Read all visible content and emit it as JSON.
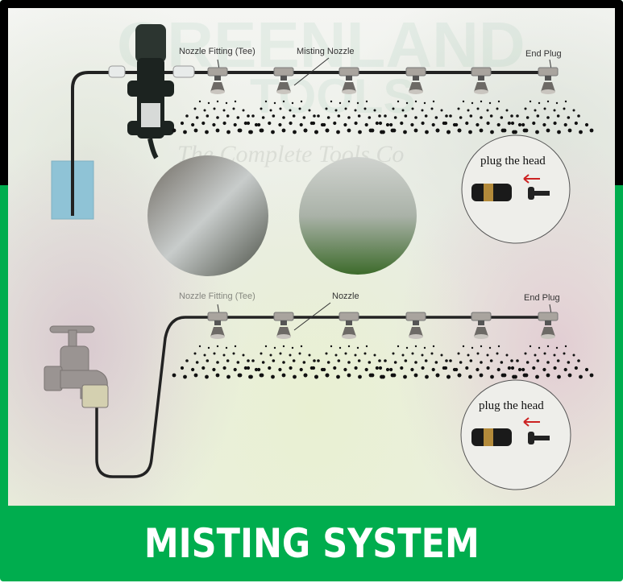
{
  "watermark": {
    "brand": "GREENLAND",
    "sub": "TOOLS",
    "tagline": "The Complete Tools Co"
  },
  "top_diagram": {
    "labels": {
      "tee": "Nozzle Fitting (Tee)",
      "nozzle": "Misting Nozzle",
      "end_plug": "End Plug"
    },
    "plug_caption": "plug the head",
    "nozzle_count": 6
  },
  "bottom_diagram": {
    "labels": {
      "tee": "Nozzle Fitting (Tee)",
      "nozzle": "Nozzle",
      "end_plug": "End Plug"
    },
    "plug_caption": "plug the head",
    "nozzle_count": 6
  },
  "banner": {
    "title": "MISTING SYSTEM"
  },
  "colors": {
    "banner": "#00ad4e",
    "frame": "#000000",
    "tank": "#8fc3d6"
  }
}
